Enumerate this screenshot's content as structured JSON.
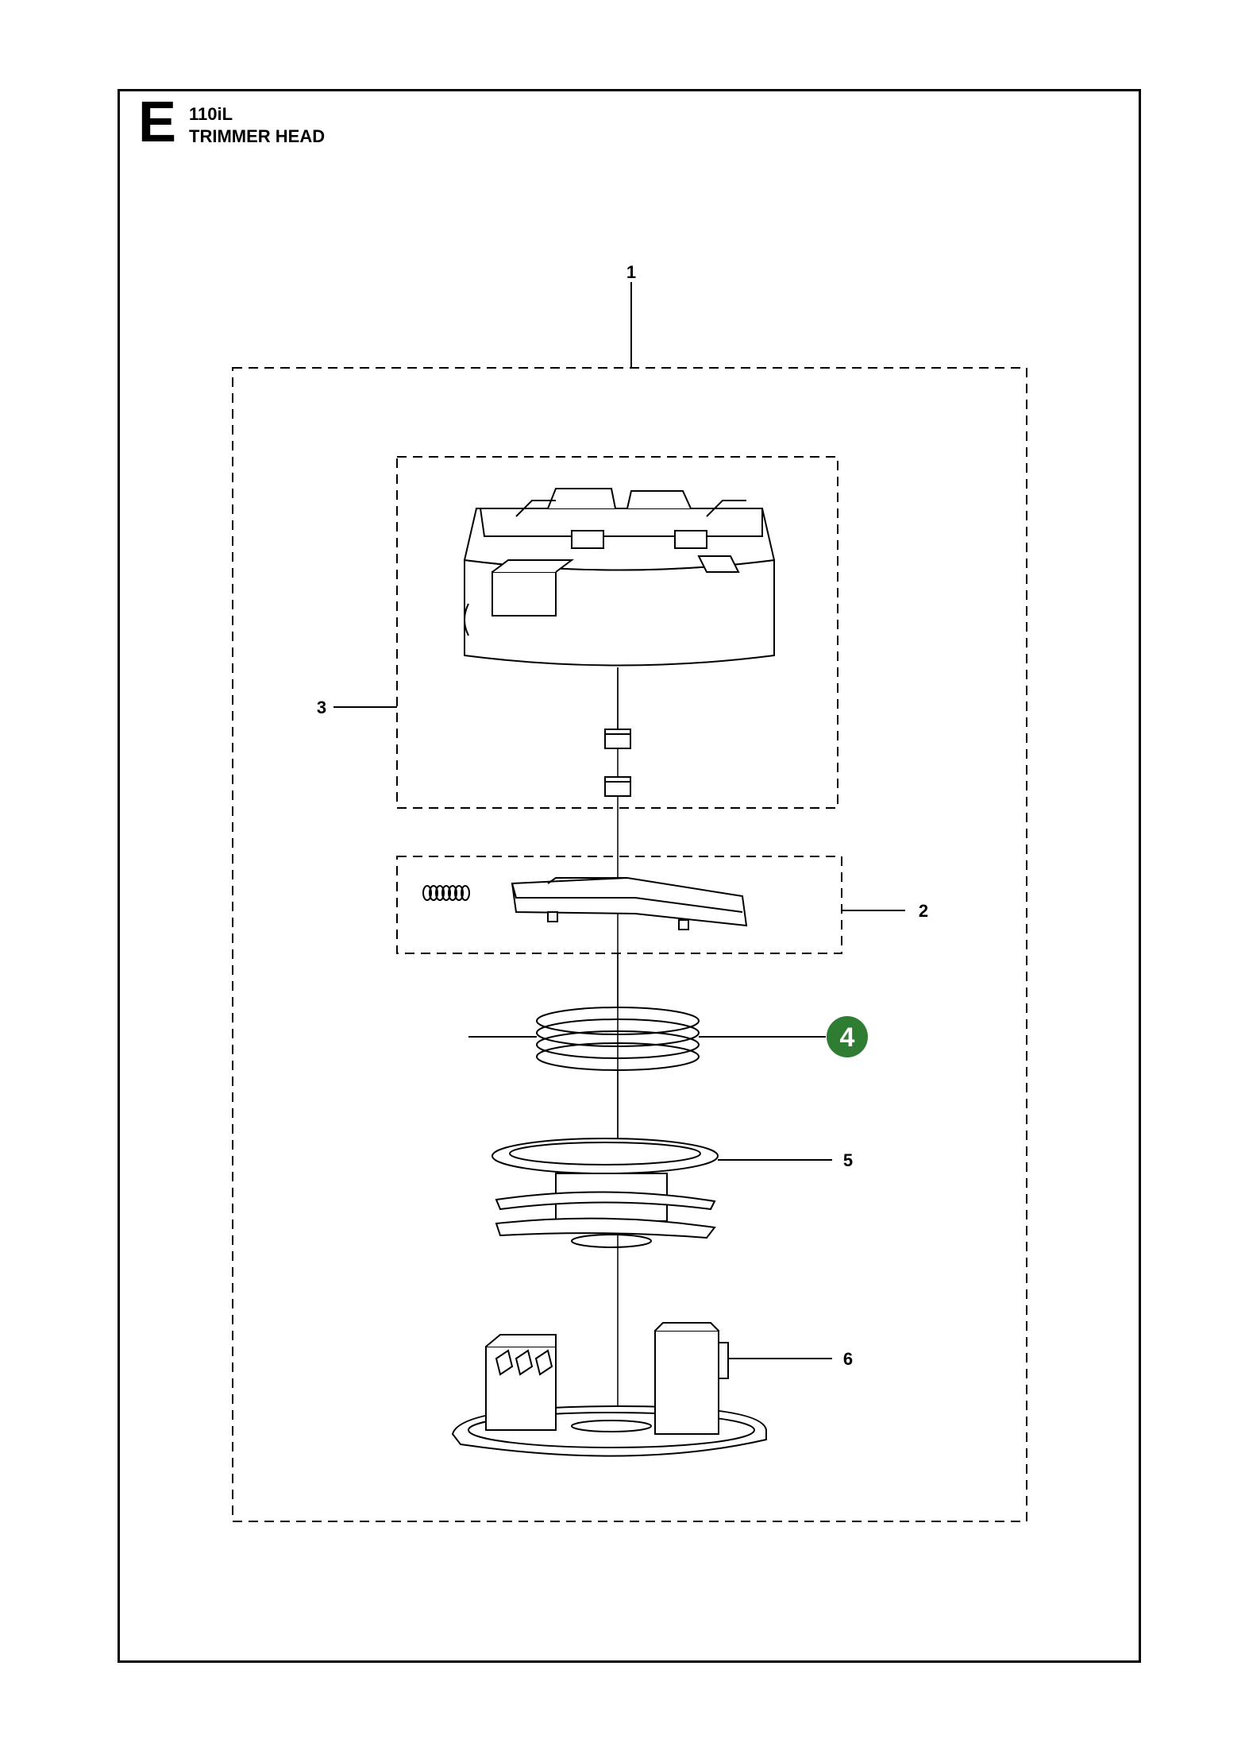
{
  "header": {
    "section_letter": "E",
    "model": "110iL",
    "title": "TRIMMER HEAD"
  },
  "callouts": {
    "c1": "1",
    "c2": "2",
    "c3": "3",
    "c4": "4",
    "c5": "5",
    "c6": "6"
  },
  "colors": {
    "highlight": "#2e7d32",
    "line": "#000000"
  }
}
